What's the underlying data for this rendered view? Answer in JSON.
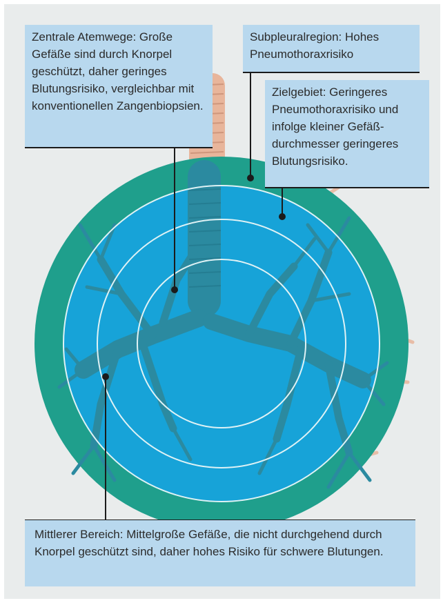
{
  "labels": {
    "central": "Zentrale Atemwege: Große Gefäße sind durch Knorpel geschützt, daher geringes Blutungsrisiko, vergleichbar mit konventionellen Zangenbiopsien.",
    "subpleural": "Subpleuralregion: Hohes Pneumothoraxrisiko",
    "target": "Zielgebiet: Geringeres Pneumothoraxrisiko und infolge kleiner Gefäß­durchmesser geringeres Blutungsrisiko.",
    "middle": "Mittlerer Bereich: Mittelgroße Gefäße, die nicht durchgehend durch Knorpel geschützt sind, daher hohes Risiko für schwere Blutungen."
  },
  "colors": {
    "background": "#e9ecec",
    "label_box": "#b8d8ee",
    "outer_zone": "#1f9f8c",
    "inner_zone": "#17a3d8",
    "ring_lines": "#dff2f5",
    "bronchial_tree": "#2b8aa0",
    "trachea": "#e8b59b",
    "leader_lines": "#1b1b1b"
  },
  "icons": [
    "bronchial-tree-illustration",
    "trachea-illustration"
  ]
}
